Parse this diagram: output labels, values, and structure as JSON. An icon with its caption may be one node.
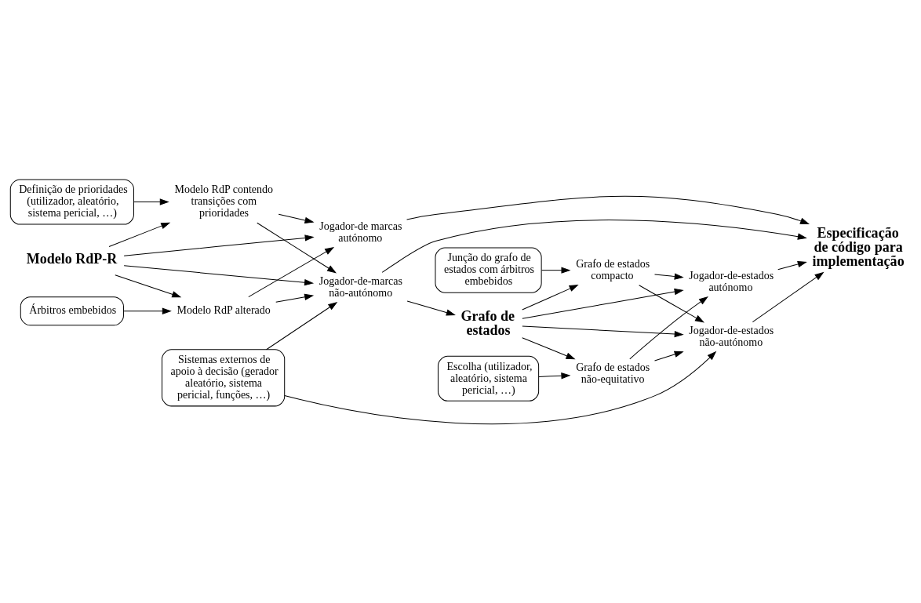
{
  "diagram": {
    "nodes": [
      {
        "text": [
          "Modelo RdP-R"
        ]
      },
      {
        "text": [
          "Definição de prioridades (utilizador, aleatório, sistema pericial, …)"
        ]
      },
      {
        "text": [
          "Modelo RdP contendo transições com prioridades"
        ]
      },
      {
        "text": [
          "Modelo RdP alterado"
        ]
      },
      {
        "text": [
          "Árbitros embebidos"
        ]
      },
      {
        "text": [
          "Jogador-de marcas autónomo"
        ]
      },
      {
        "text": [
          "Jogador-de-marcas não-autónomo"
        ]
      },
      {
        "text": [
          "Sistemas externos de apoio à decisão (gerador aleatório, sistema pericial, funções, …)"
        ]
      },
      {
        "text": [
          "Escolha (utilizador, aleatório, sistema pericial, …)"
        ]
      },
      {
        "text": [
          "Grafo de estados"
        ]
      },
      {
        "text": [
          "Grafo de estados não-equitativo"
        ]
      },
      {
        "text": [
          "Grafo de estados compacto"
        ]
      },
      {
        "text": [
          "Junção do grafo de estados com árbitros embebidos"
        ]
      },
      {
        "text": [
          "Jogador-de-estados não-autónomo"
        ]
      },
      {
        "text": [
          "Jogador-de-estados autónomo"
        ]
      },
      {
        "text": [
          "Especificação de código para implementação"
        ]
      }
    ],
    "edges": [
      {
        "from": 0,
        "to": 2,
        "arrow": "to"
      },
      {
        "from": 0,
        "to": 3,
        "arrow": "to"
      },
      {
        "from": 1,
        "to": 2,
        "arrow": "to"
      },
      {
        "from": 4,
        "to": 3,
        "arrow": "to"
      },
      {
        "from": 0,
        "to": 5,
        "arrow": "to"
      },
      {
        "from": 0,
        "to": 6,
        "arrow": "to"
      },
      {
        "from": 2,
        "to": 5,
        "arrow": "to"
      },
      {
        "from": 2,
        "to": 6,
        "arrow": "to"
      },
      {
        "from": 3,
        "to": 5,
        "arrow": "to"
      },
      {
        "from": 3,
        "to": 6,
        "arrow": "to"
      },
      {
        "from": 7,
        "to": 6,
        "arrow": "to"
      },
      {
        "from": 5,
        "to": 15,
        "arrow": "to"
      },
      {
        "from": 6,
        "to": 15,
        "arrow": "to"
      },
      {
        "from": 6,
        "to": 9,
        "arrow": "to"
      },
      {
        "from": 9,
        "to": 10,
        "arrow": "to"
      },
      {
        "from": 9,
        "to": 11,
        "arrow": "to"
      },
      {
        "from": 8,
        "to": 10,
        "arrow": "to"
      },
      {
        "from": 12,
        "to": 11,
        "arrow": "to"
      },
      {
        "from": 9,
        "to": 13,
        "arrow": "to"
      },
      {
        "from": 9,
        "to": 14,
        "arrow": "to"
      },
      {
        "from": 10,
        "to": 13,
        "arrow": "to"
      },
      {
        "from": 10,
        "to": 14,
        "arrow": "to"
      },
      {
        "from": 11,
        "to": 13,
        "arrow": "to"
      },
      {
        "from": 11,
        "to": 14,
        "arrow": "to"
      },
      {
        "from": 7,
        "to": 13,
        "arrow": "to"
      },
      {
        "from": 13,
        "to": 15,
        "arrow": "to"
      },
      {
        "from": 14,
        "to": 15,
        "arrow": "to"
      }
    ]
  }
}
